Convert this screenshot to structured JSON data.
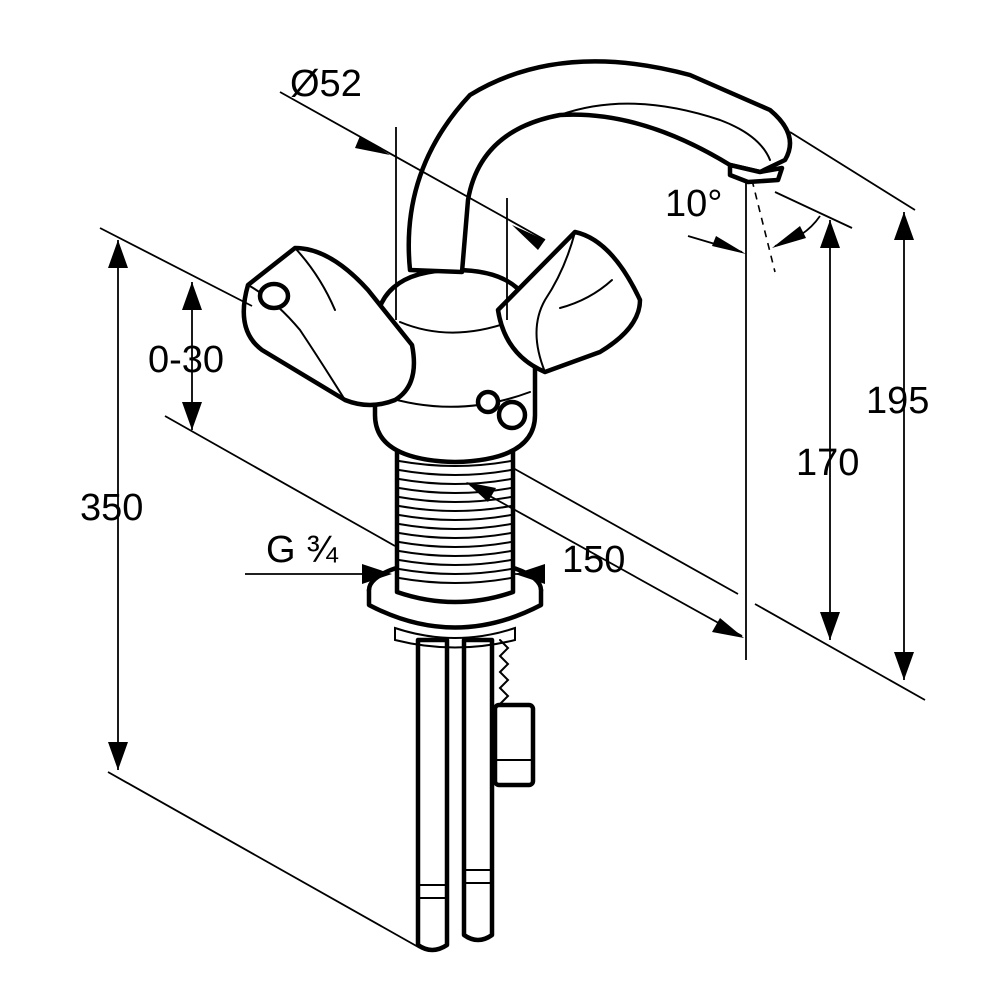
{
  "dimensions": {
    "diameter_top": "Ø52",
    "spout_angle": "10°",
    "total_height": "195",
    "spout_height": "170",
    "overall_length": "350",
    "adjust_range": "0-30",
    "thread": "G ¾",
    "spout_reach": "150"
  },
  "colors": {
    "line": "#000000",
    "background": "#ffffff"
  }
}
